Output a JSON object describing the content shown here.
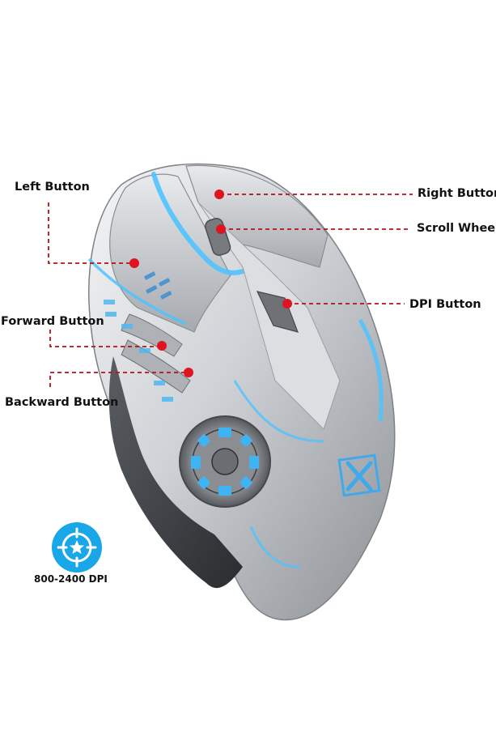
{
  "labels": {
    "left_button": "Left Button",
    "right_button": "Right Button",
    "scroll_wheel": "Scroll Wheel",
    "dpi_button": "DPI Button",
    "forward_button": "Forward Button",
    "backward_button": "Backward Button"
  },
  "dpi_badge": {
    "text": "800-2400 DPI",
    "icon": "crosshair-star-icon",
    "color": "#1aa7e8"
  },
  "logo": {
    "icon": "x-logo-icon"
  },
  "colors": {
    "marker": "#e0141e",
    "leader": "#b3121a",
    "led": "#4fc3ff",
    "shell": "#c9ccd0"
  }
}
